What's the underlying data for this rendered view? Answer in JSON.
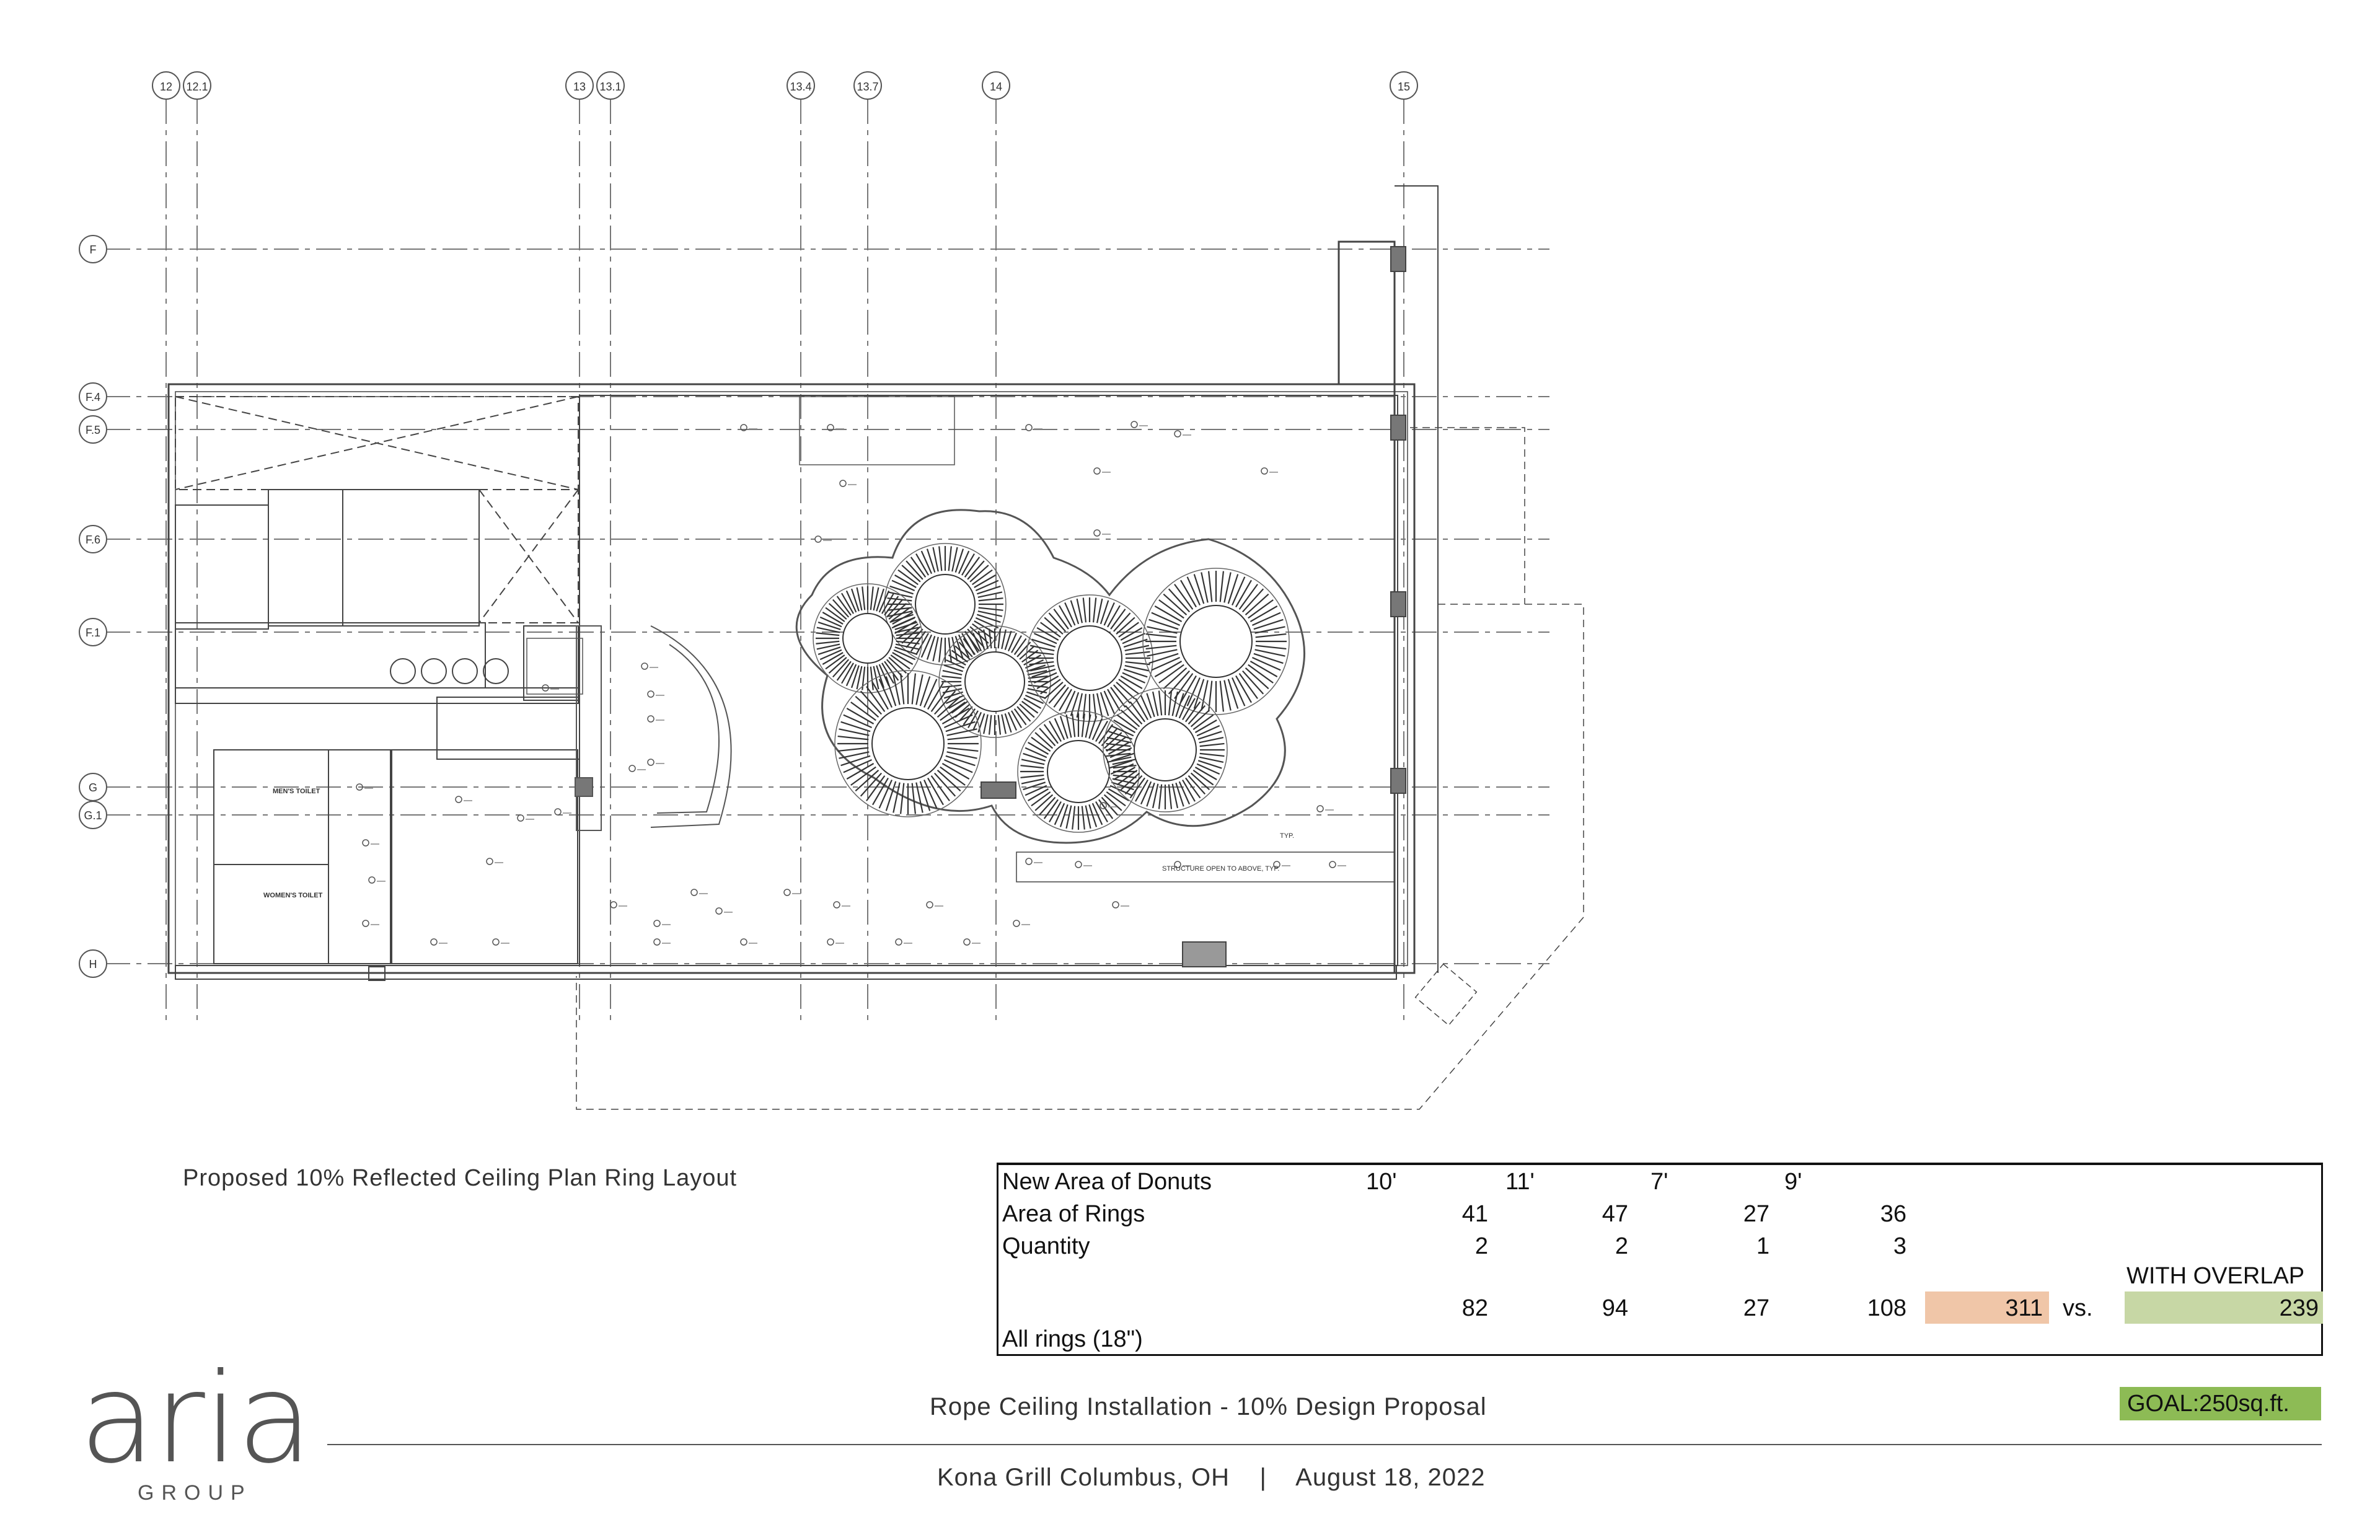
{
  "plan": {
    "grid_columns": [
      "12",
      "12.1",
      "13",
      "13.1",
      "13.4",
      "13.7",
      "14",
      "15"
    ],
    "grid_rows": [
      "F",
      "F.4",
      "F.5",
      "F.6",
      "F.1",
      "G",
      "G.1",
      "H"
    ],
    "room_labels": [
      "MEN'S TOILET",
      "WOMEN'S TOILET"
    ],
    "note_structure": "STRUCTURE OPEN TO ABOVE, TYP.",
    "note_typ": "TYP."
  },
  "caption": "Proposed 10% Reflected Ceiling Plan Ring Layout",
  "summary": {
    "header_label": "New Area of Donuts",
    "sizes": [
      "10'",
      "11'",
      "7'",
      "9'"
    ],
    "area_label": "Area of Rings",
    "areas": [
      "41",
      "47",
      "27",
      "36"
    ],
    "quantity_label": "Quantity",
    "quantities": [
      "2",
      "2",
      "1",
      "3"
    ],
    "overlap_label": "WITH OVERLAP",
    "totals": [
      "82",
      "94",
      "27",
      "108"
    ],
    "grand_total": "311",
    "vs": "vs.",
    "overlap_total": "239",
    "footer_label": "All rings (18\")",
    "colors": {
      "total": "#f0c6a8",
      "overlap": "#c7d7a5",
      "goal": "#8dbb55"
    }
  },
  "goal": "GOAL:250sq.ft.",
  "title": "Rope Ceiling Installation - 10% Design Proposal",
  "subtitle": "Kona Grill Columbus, OH    |    August 18, 2022",
  "logo": {
    "word": "aria",
    "sub": "GROUP"
  }
}
